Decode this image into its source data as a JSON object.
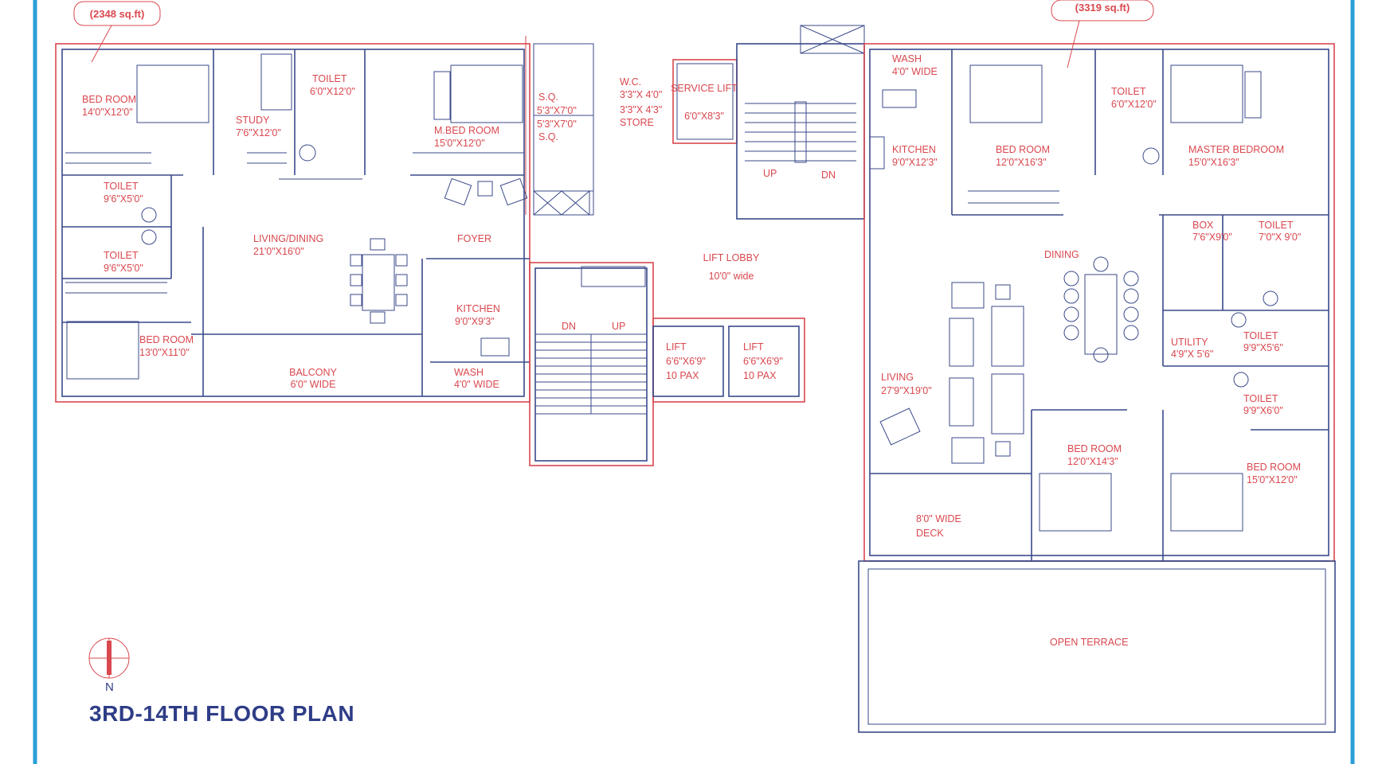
{
  "plan": {
    "title": "3RD-14TH FLOOR PLAN",
    "north_label": "N",
    "area_left": "(2348 sq.ft)",
    "area_right": "(3319 sq.ft)",
    "colors": {
      "walls": "#3a4a8a",
      "labels": "#d9484f",
      "border": "#2a9fd6",
      "title": "#2e3d86"
    }
  },
  "rooms": [
    {
      "name": "BED ROOM",
      "size": "14'0\"X12'0\""
    },
    {
      "name": "STUDY",
      "size": "7'6\"X12'0\""
    },
    {
      "name": "TOILET",
      "size": "6'0\"X12'0\""
    },
    {
      "name": "M.BED ROOM",
      "size": "15'0\"X12'0\""
    },
    {
      "name": "S.Q.",
      "size": "5'3\"X7'0\""
    },
    {
      "name": "S.Q.",
      "size": "5'3\"X7'0\""
    },
    {
      "name": "W.C.",
      "size": "3'3\"X 4'0\""
    },
    {
      "name": "STORE",
      "size": "3'3\"X 4'3\""
    },
    {
      "name": "SERVICE LIFT",
      "size": "6'0\"X8'3\""
    },
    {
      "name": "WASH",
      "size": "4'0\" WIDE"
    },
    {
      "name": "KITCHEN",
      "size": "9'0\"X12'3\""
    },
    {
      "name": "BED ROOM",
      "size": "12'0\"X16'3\""
    },
    {
      "name": "TOILET",
      "size": "6'0\"X12'0\""
    },
    {
      "name": "MASTER BEDROOM",
      "size": "15'0\"X16'3\""
    },
    {
      "name": "TOILET",
      "size": "9'6\"X5'0\""
    },
    {
      "name": "TOILET",
      "size": "9'6\"X5'0\""
    },
    {
      "name": "LIVING/DINING",
      "size": "21'0\"X16'0\""
    },
    {
      "name": "FOYER",
      "size": ""
    },
    {
      "name": "KITCHEN",
      "size": "9'0\"X9'3\""
    },
    {
      "name": "LIFT LOBBY",
      "size": "10'0\" wide"
    },
    {
      "name": "BED ROOM",
      "size": "13'0\"X11'0\""
    },
    {
      "name": "BALCONY",
      "size": "6'0\" WIDE"
    },
    {
      "name": "WASH",
      "size": "4'0\" WIDE"
    },
    {
      "name": "LIFT",
      "size": "6'6\"X6'9\"",
      "cap": "10 PAX"
    },
    {
      "name": "LIFT",
      "size": "6'6\"X6'9\"",
      "cap": "10 PAX"
    },
    {
      "name": "DINING",
      "size": ""
    },
    {
      "name": "BOX",
      "size": "7'6\"X9'0\""
    },
    {
      "name": "TOILET",
      "size": "7'0\"X 9'0\""
    },
    {
      "name": "UTILITY",
      "size": "4'9\"X 5'6\""
    },
    {
      "name": "TOILET",
      "size": "9'9\"X5'6\""
    },
    {
      "name": "LIVING",
      "size": "27'9\"X19'0\""
    },
    {
      "name": "TOILET",
      "size": "9'9\"X6'0\""
    },
    {
      "name": "BED ROOM",
      "size": "12'0\"X14'3\""
    },
    {
      "name": "BED ROOM",
      "size": "15'0\"X12'0\""
    },
    {
      "name": "8'0\" WIDE",
      "size": "DECK"
    },
    {
      "name": "OPEN TERRACE",
      "size": ""
    }
  ],
  "stairs": {
    "up": "UP",
    "dn": "DN"
  }
}
